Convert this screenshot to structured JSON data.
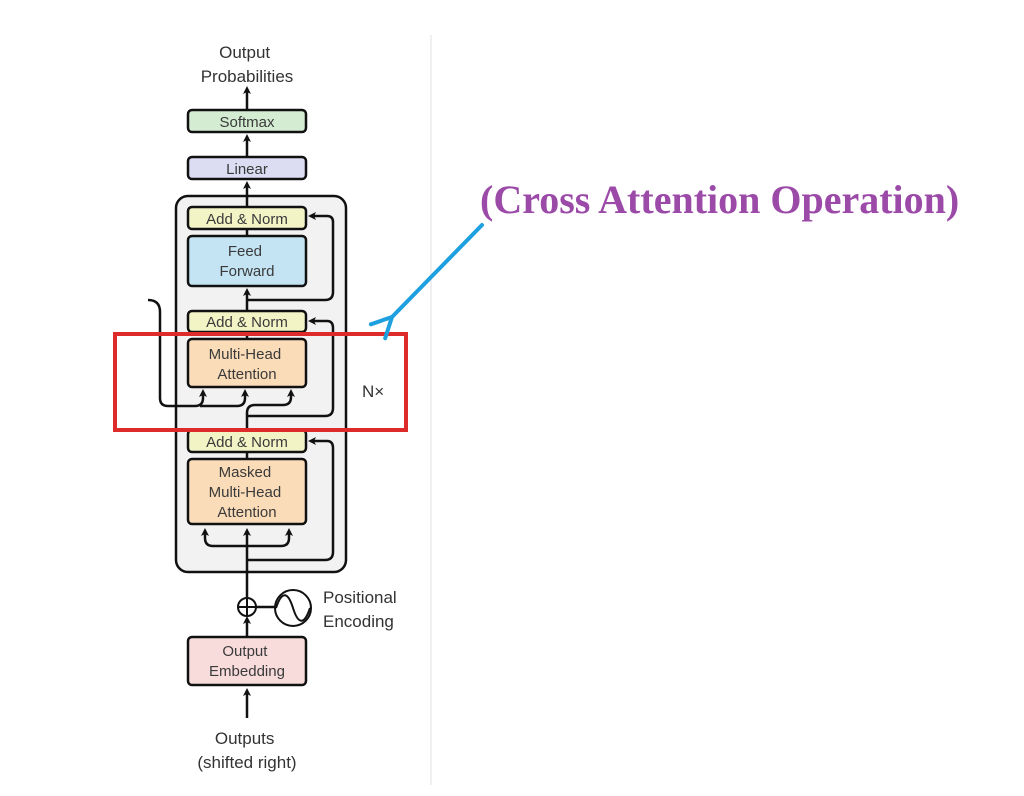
{
  "diagram": {
    "title_top": [
      "Output",
      "Probabilities"
    ],
    "blocks": {
      "softmax": {
        "label": [
          "Softmax"
        ],
        "color": "#d4ecd2"
      },
      "linear": {
        "label": [
          "Linear"
        ],
        "color": "#dcdcf2"
      },
      "add_norm_top": {
        "label": [
          "Add & Norm"
        ],
        "color": "#f2f4c6"
      },
      "feed_forward": {
        "label": [
          "Feed",
          "Forward"
        ],
        "color": "#c4e4f4"
      },
      "add_norm_mid": {
        "label": [
          "Add & Norm"
        ],
        "color": "#f2f4c6"
      },
      "multi_head_attention": {
        "label": [
          "Multi-Head",
          "Attention"
        ],
        "color": "#fbdcb8"
      },
      "add_norm_low": {
        "label": [
          "Add & Norm"
        ],
        "color": "#f2f4c6"
      },
      "masked_multi_head_attention": {
        "label": [
          "Masked",
          "Multi-Head",
          "Attention"
        ],
        "color": "#fbdcb8"
      },
      "output_embedding": {
        "label": [
          "Output",
          "Embedding"
        ],
        "color": "#f8dcdc"
      }
    },
    "repeat_label": "N×",
    "positional_encoding_label": [
      "Positional",
      "Encoding"
    ],
    "input_label": [
      "Outputs",
      "(shifted right)"
    ],
    "stack_background": "#f2f2f2"
  },
  "annotation": {
    "text": "(Cross Attention Operation)",
    "text_color": "#9b4aa8",
    "arrow_color": "#1ea0e0",
    "highlight_box_color": "#dd2a2a"
  }
}
